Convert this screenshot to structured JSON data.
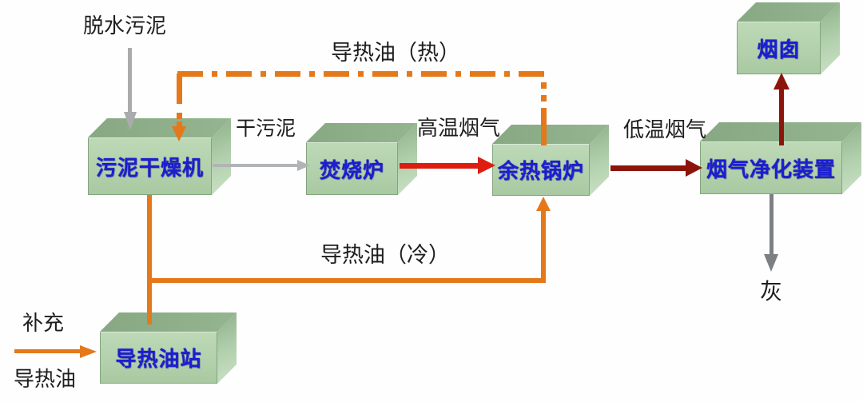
{
  "palette": {
    "box_front": "#b2d0ab",
    "box_top": "#8fae8b",
    "box_side": "#a5c5a0",
    "box_label_blue": "#1b1ed2",
    "oil_orange": "#e4791b",
    "hot_gas_red": "#dd1d10",
    "low_gas_darkred": "#8b150b",
    "sludge_gray": "#a9abad",
    "ash_gray": "#7d8083",
    "text_black": "#1e1e1e"
  },
  "nodes": [
    {
      "id": "sludge-dryer",
      "label": "污泥干燥机"
    },
    {
      "id": "incinerator",
      "label": "焚烧炉"
    },
    {
      "id": "waste-heat-boiler",
      "label": "余热锅炉"
    },
    {
      "id": "flue-gas-purifier",
      "label": "烟气净化装置"
    },
    {
      "id": "chimney",
      "label": "烟囱"
    },
    {
      "id": "oil-station",
      "label": "导热油站"
    }
  ],
  "flow_labels": {
    "dewatered_sludge": "脱水污泥",
    "dry_sludge": "干污泥",
    "hot_oil": "导热油（热）",
    "cold_oil": "导热油（冷）",
    "high_temp_flue_gas": "高温烟气",
    "low_temp_flue_gas": "低温烟气",
    "makeup_line1": "补充",
    "makeup_line2": "导热油",
    "ash": "灰"
  }
}
